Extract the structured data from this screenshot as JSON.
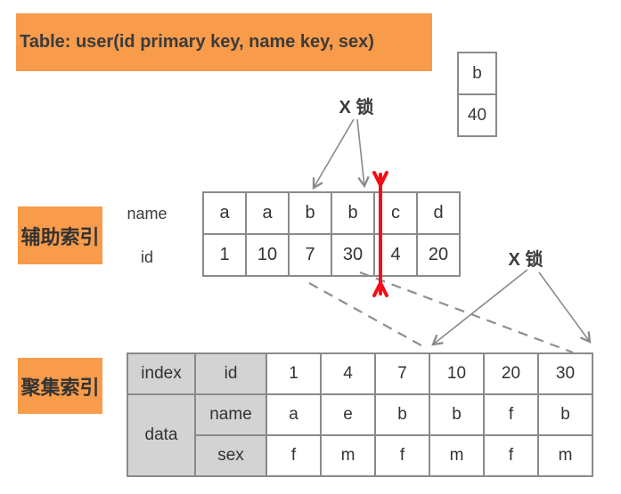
{
  "colors": {
    "orange": "#F89B4A",
    "teal": "#3FCBCE",
    "hdr": "#D3D3D3",
    "bd": "#8A8A8A",
    "red": "#F50D15",
    "arrow": "#8A8A8A"
  },
  "title": {
    "text": "Table: user(id primary key, name key, sex)"
  },
  "float_box": {
    "cells": [
      "b",
      "40"
    ]
  },
  "lock_labels": {
    "top": "X 锁",
    "right": "X 锁"
  },
  "aux_index": {
    "label": "辅助索引",
    "row_labels": [
      "name",
      "id"
    ],
    "rows": [
      {
        "cells": [
          "a",
          "a",
          "b",
          "b",
          "c",
          "d"
        ]
      },
      {
        "cells": [
          "1",
          "10",
          "7",
          "30",
          "4",
          "20"
        ]
      }
    ],
    "highlight_columns": [
      2,
      3
    ]
  },
  "cluster_index": {
    "label": "聚集索引",
    "group_labels": [
      "index",
      "data"
    ],
    "row_labels": [
      "id",
      "name",
      "sex"
    ],
    "rows": [
      {
        "cells": [
          "1",
          "4",
          "7",
          "10",
          "20",
          "30"
        ]
      },
      {
        "cells": [
          "a",
          "e",
          "b",
          "b",
          "f",
          "b"
        ]
      },
      {
        "cells": [
          "f",
          "m",
          "f",
          "m",
          "f",
          "m"
        ]
      }
    ],
    "highlight_columns": [
      2,
      5
    ]
  }
}
